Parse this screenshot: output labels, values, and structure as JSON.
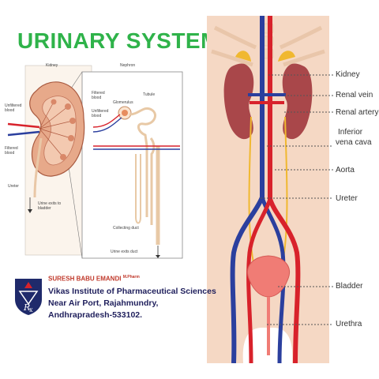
{
  "title": "URINARY SYSTEM",
  "inset": {
    "kidney_heading": "Kidney",
    "nephron_heading": "Nephron",
    "unfiltered_blood_left": "Unfiltered blood",
    "filtered_blood_left": "Filtered blood",
    "ureter": "Ureter",
    "urine_exits_bladder": "Urine exits to bladder",
    "glomerulus": "Glomerulus",
    "tubule": "Tubule",
    "filtered_blood_right": "Filtered blood",
    "unfiltered_blood_right": "Unfiltered blood",
    "collecting_duct": "Collecting duct",
    "urine_exits_duct": "Urine exits duct"
  },
  "anatomy_labels": {
    "kidney": "Kidney",
    "renal_vein": "Renal vein",
    "renal_artery": "Renal artery",
    "inferior_vena_cava_1": "Inferior",
    "inferior_vena_cava_2": "vena cava",
    "aorta": "Aorta",
    "ureter": "Ureter",
    "bladder": "Bladder",
    "urethra": "Urethra"
  },
  "footer": {
    "author": "SURESH BABU EMANDI",
    "degree": "M.Pharm",
    "line1": "Vikas  Institute of Pharmaceutical Sciences",
    "line2": "Near Air Port, Rajahmundry,",
    "line3": "Andhrapradesh-533102."
  },
  "colors": {
    "title": "#2fb34a",
    "author": "#c0392b",
    "address": "#1f1f5c",
    "vein": "#2b3f9e",
    "artery": "#d8222b"
  }
}
